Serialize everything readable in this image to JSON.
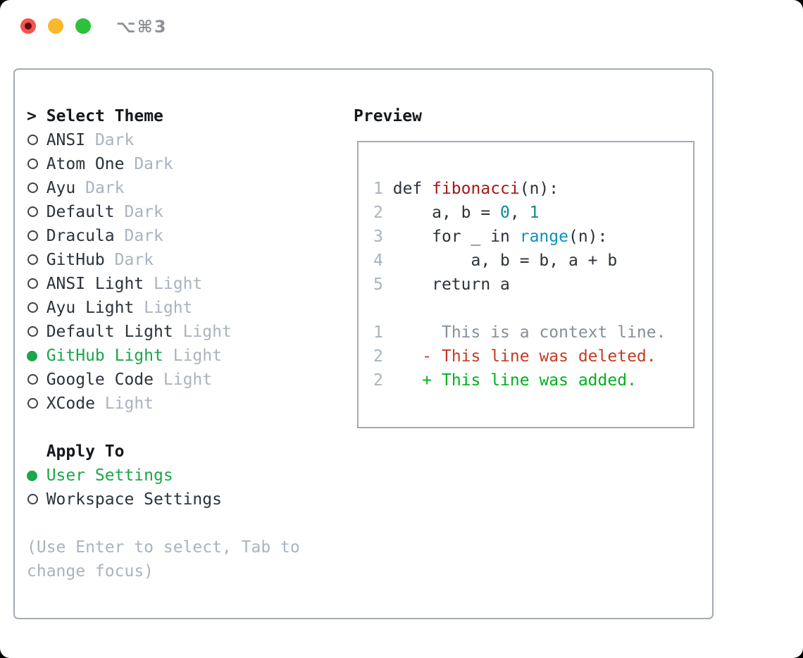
{
  "window": {
    "title": "⌥⌘3"
  },
  "colors": {
    "accent-green": "#1aa64a",
    "diff-added-green": "#00b11c",
    "diff-deleted-red": "#c63a24",
    "diff-context-gray": "#878f98",
    "code-function-red": "#a61717",
    "code-number-teal": "#0b8a8f",
    "code-builtin-blue": "#0e8ec5",
    "muted-gray": "#a9b3bf",
    "text-dark": "#2b323a",
    "border-gray": "#a3abb6",
    "title-gray": "#8e9298",
    "light-red": "#f4534e",
    "light-yellow": "#f9b82b",
    "light-green": "#2cc138"
  },
  "left": {
    "prompt": ">",
    "title": "Select Theme",
    "themes": [
      {
        "name": "ANSI",
        "variant": "Dark",
        "selected": false
      },
      {
        "name": "Atom One",
        "variant": "Dark",
        "selected": false
      },
      {
        "name": "Ayu",
        "variant": "Dark",
        "selected": false
      },
      {
        "name": "Default",
        "variant": "Dark",
        "selected": false
      },
      {
        "name": "Dracula",
        "variant": "Dark",
        "selected": false
      },
      {
        "name": "GitHub",
        "variant": "Dark",
        "selected": false
      },
      {
        "name": "ANSI Light",
        "variant": "Light",
        "selected": false
      },
      {
        "name": "Ayu Light",
        "variant": "Light",
        "selected": false
      },
      {
        "name": "Default Light",
        "variant": "Light",
        "selected": false
      },
      {
        "name": "GitHub Light",
        "variant": "Light",
        "selected": true
      },
      {
        "name": "Google Code",
        "variant": "Light",
        "selected": false
      },
      {
        "name": "XCode",
        "variant": "Light",
        "selected": false
      }
    ],
    "apply_to": {
      "title": "Apply To",
      "options": [
        {
          "name": "User Settings",
          "selected": true
        },
        {
          "name": "Workspace Settings",
          "selected": false
        }
      ]
    },
    "hint": "(Use Enter to select, Tab to change focus)"
  },
  "preview": {
    "title": "Preview",
    "code_lines": [
      {
        "num": "1",
        "tokens": [
          {
            "text": "def ",
            "style": "plain"
          },
          {
            "text": "fibonacci",
            "style": "function"
          },
          {
            "text": "(n):",
            "style": "plain"
          }
        ]
      },
      {
        "num": "2",
        "tokens": [
          {
            "text": "    a, b = ",
            "style": "plain"
          },
          {
            "text": "0",
            "style": "number"
          },
          {
            "text": ", ",
            "style": "plain"
          },
          {
            "text": "1",
            "style": "number"
          }
        ]
      },
      {
        "num": "3",
        "tokens": [
          {
            "text": "    for _ in ",
            "style": "plain"
          },
          {
            "text": "range",
            "style": "builtin"
          },
          {
            "text": "(n):",
            "style": "plain"
          }
        ]
      },
      {
        "num": "4",
        "tokens": [
          {
            "text": "        a, b = b, a + b",
            "style": "plain"
          }
        ]
      },
      {
        "num": "5",
        "tokens": [
          {
            "text": "    return a",
            "style": "plain"
          }
        ]
      }
    ],
    "diff_lines": [
      {
        "num": "1",
        "marker": " ",
        "text": "This is a context line.",
        "kind": "context"
      },
      {
        "num": "2",
        "marker": "-",
        "text": "This line was deleted.",
        "kind": "deleted"
      },
      {
        "num": "2",
        "marker": "+",
        "text": "This line was added.",
        "kind": "added"
      }
    ]
  }
}
